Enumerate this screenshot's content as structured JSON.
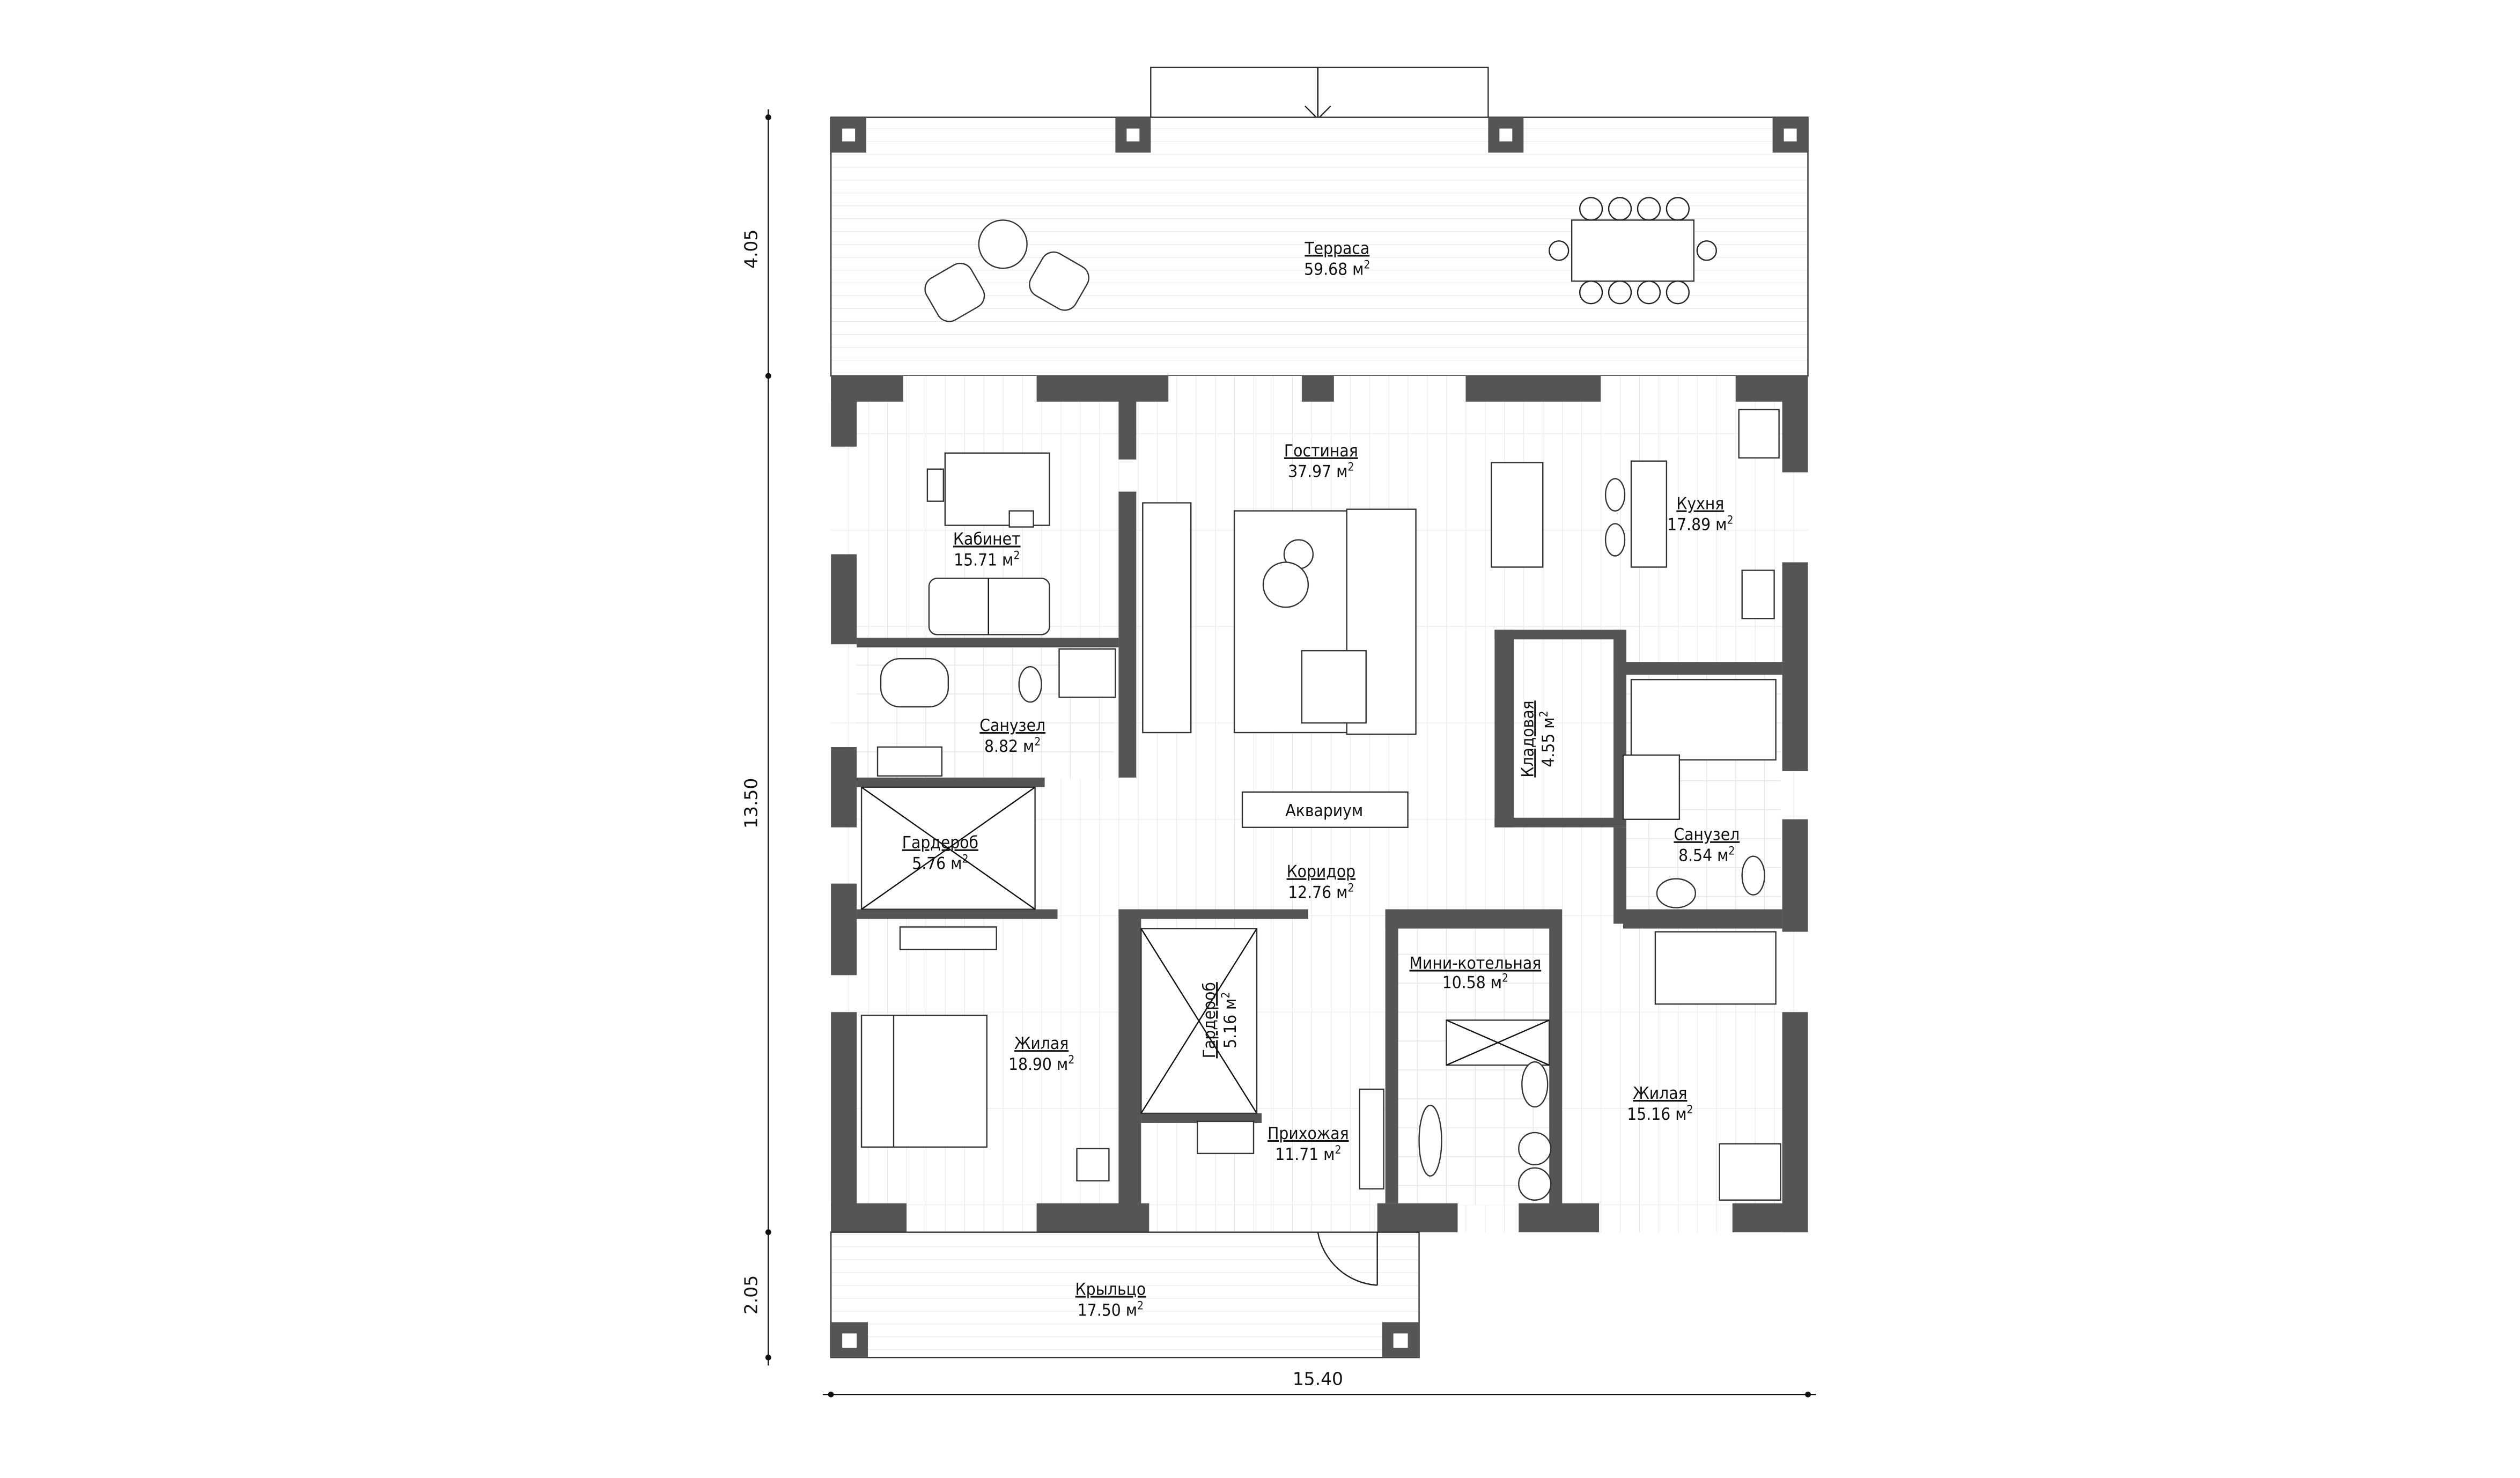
{
  "dimensions": {
    "terrace_depth": "4.05",
    "house_depth": "13.50",
    "porch_depth": "2.05",
    "total_width": "15.40"
  },
  "area_unit": "м",
  "area_sup": "2",
  "rooms": [
    {
      "name": "Терраса",
      "area": "59.68 м"
    },
    {
      "name": "Гостиная",
      "area": "37.97 м"
    },
    {
      "name": "Кабинет",
      "area": "15.71 м"
    },
    {
      "name": "Кухня",
      "area": "17.89 м"
    },
    {
      "name": "Санузел",
      "area": "8.82 м"
    },
    {
      "name": "Кладовая",
      "area": "4.55 м"
    },
    {
      "name": "Гардероб",
      "area": "5.76 м"
    },
    {
      "name": "Коридор",
      "area": "12.76 м"
    },
    {
      "name": "Санузел",
      "area": "8.54 м"
    },
    {
      "name": "Мини-котельная",
      "area": "10.58 м"
    },
    {
      "name": "Гардероб",
      "area": "5.16 м"
    },
    {
      "name": "Жилая",
      "area": "18.90 м"
    },
    {
      "name": "Прихожая",
      "area": "11.71 м"
    },
    {
      "name": "Жилая",
      "area": "15.16 м"
    },
    {
      "name": "Крыльцо",
      "area": "17.50 м"
    }
  ],
  "fixtures": {
    "aquarium": "Аквариум"
  },
  "colors": {
    "wall": "#555555",
    "line": "#222222",
    "background": "#ffffff"
  }
}
